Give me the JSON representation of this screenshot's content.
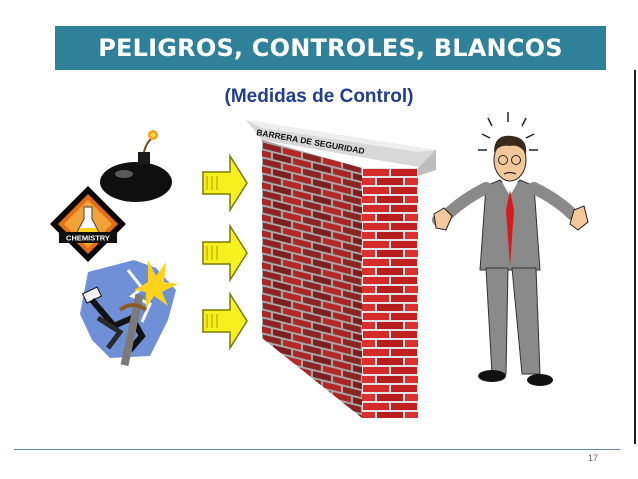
{
  "slide": {
    "title": "PELIGROS, CONTROLES, BLANCOS",
    "subtitle": "(Medidas de Control)",
    "page_number": "17"
  },
  "illustrations": {
    "hazard_label": "CHEMISTRY",
    "wall_label": "BARRERA DE SEGURIDAD"
  },
  "colors": {
    "title_bar": "#2e8198",
    "subtitle_text": "#1f3e8f",
    "brick": "#d42a2a",
    "arrow": "#f5f01e"
  }
}
